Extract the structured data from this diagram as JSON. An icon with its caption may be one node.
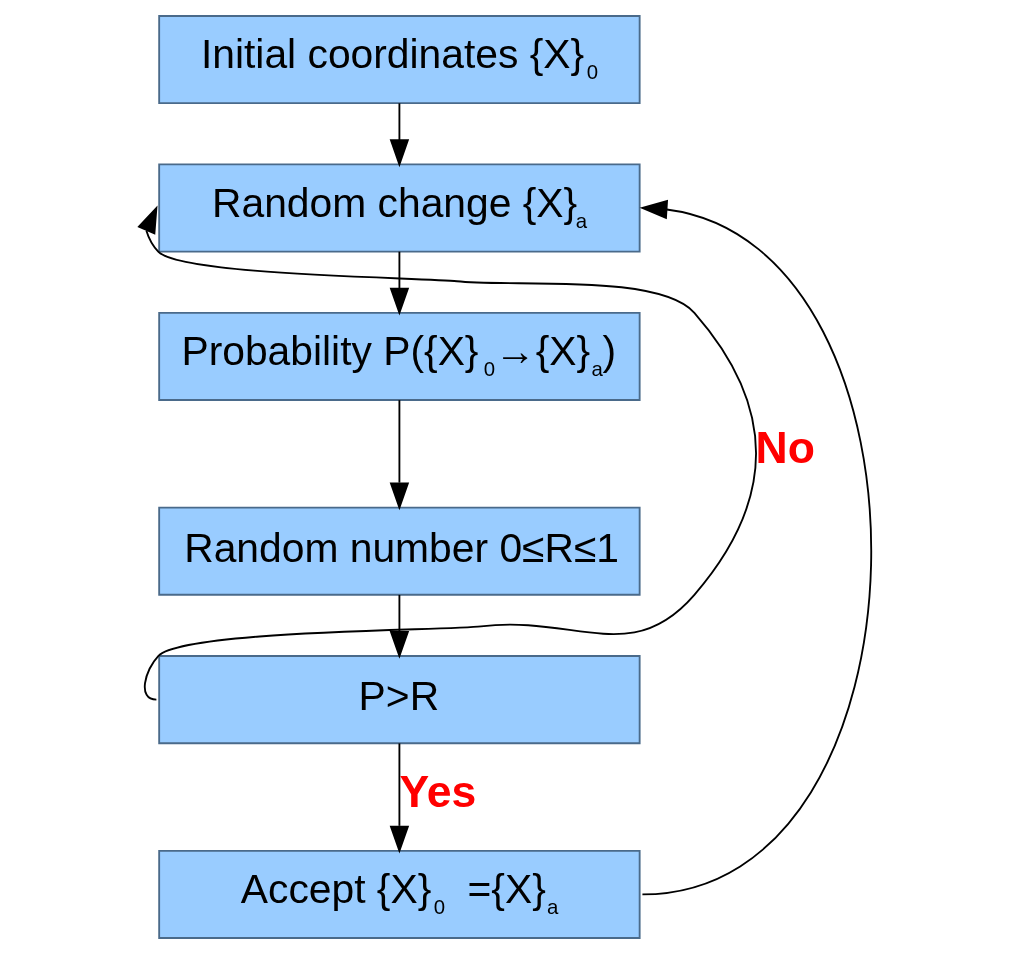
{
  "diagram": {
    "nodes": [
      {
        "text": [
          "Initial coordinates {X}$_{0}$"
        ]
      },
      {
        "text": [
          "Random change {X}$_{a}$"
        ]
      },
      {
        "text": [
          "Probability P({X}$_{0}$→{X}$_{a}$)"
        ]
      },
      {
        "text": [
          "Random number 0≤R≤1"
        ]
      },
      {
        "text": [
          "P>R"
        ]
      },
      {
        "text": [
          "Accept {X}$_{0}$ ={X}$_{a}$"
        ]
      }
    ],
    "edges": [
      {
        "from": 0,
        "to": 1,
        "arrow": "to"
      },
      {
        "from": 1,
        "to": 2,
        "arrow": "to"
      },
      {
        "from": 2,
        "to": 3,
        "arrow": "to"
      },
      {
        "from": 3,
        "to": 4,
        "arrow": "to"
      },
      {
        "from": 4,
        "to": 1,
        "arrow": "to",
        "label": "No"
      },
      {
        "from": 4,
        "to": 5,
        "arrow": "to",
        "label": "Yes"
      },
      {
        "from": 5,
        "to": 1,
        "arrow": "to"
      }
    ]
  }
}
